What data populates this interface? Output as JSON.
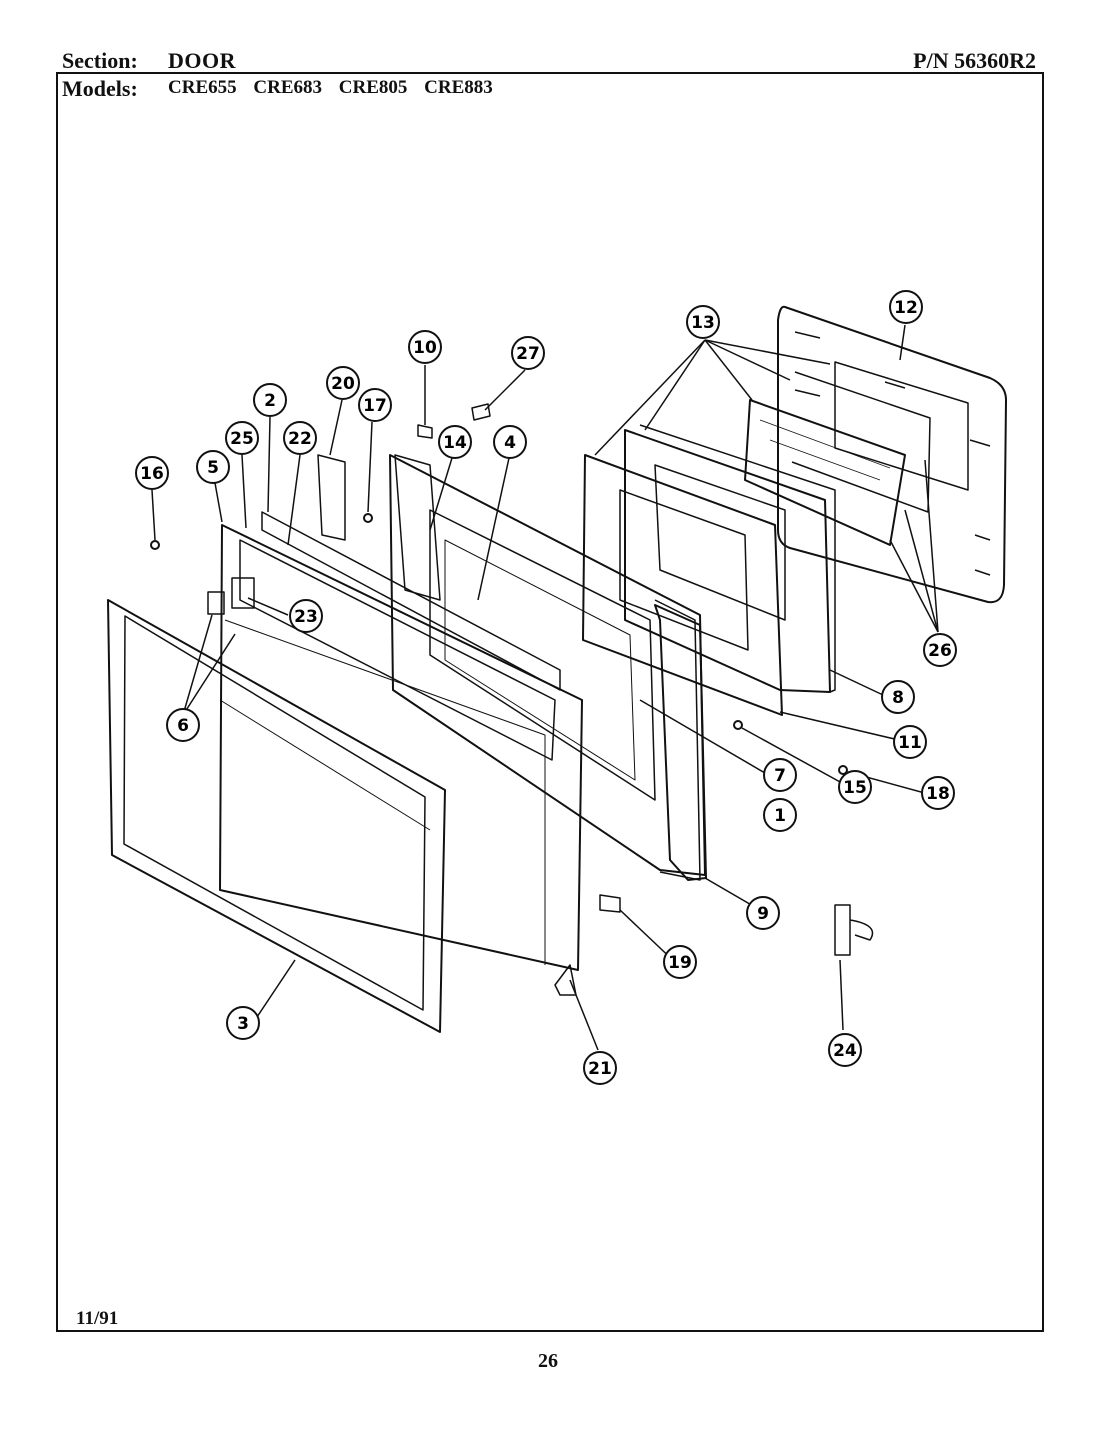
{
  "header": {
    "section_label": "Section:",
    "section_value": "DOOR",
    "part_number": "P/N 56360R2",
    "models_label": "Models:",
    "models": [
      "CRE655",
      "CRE683",
      "CRE805",
      "CRE883"
    ]
  },
  "footer": {
    "date": "11/91",
    "page_number": "26"
  },
  "callouts": [
    "1",
    "2",
    "3",
    "4",
    "5",
    "6",
    "7",
    "8",
    "9",
    "10",
    "11",
    "12",
    "13",
    "14",
    "15",
    "16",
    "17",
    "18",
    "19",
    "20",
    "21",
    "22",
    "23",
    "24",
    "25",
    "26",
    "27"
  ]
}
